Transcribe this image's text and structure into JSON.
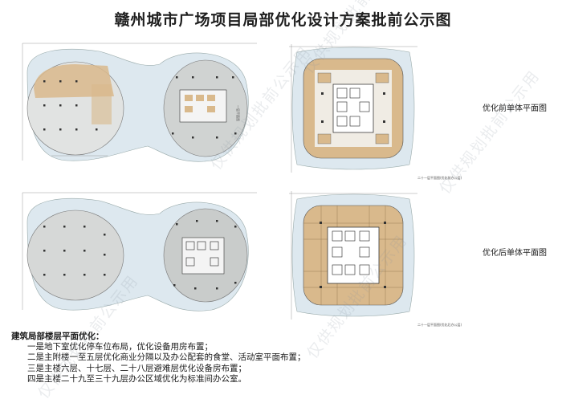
{
  "title": "赣州城市广场项目局部优化设计方案批前公示图",
  "labels": {
    "before": "优化前单体平面图",
    "after": "优化后单体平面图"
  },
  "captions": {
    "top_left": "一层平面图",
    "top_right": "二十一层平面图(优化前办公层)",
    "bottom_right": "二十一层平面图(优化后办公层)"
  },
  "notes": {
    "heading": "建筑局部楼层平面优化：",
    "items": [
      "一是地下室优化停车位布局，优化设备用房布置；",
      "二是主附楼一至五层优化商业分隔以及办公配套的食堂、活动室平面布置；",
      "三是主楼六层、十七层、二十八层避难层优化设备房布置；",
      "四是主楼二十九至三十九层办公区域优化为标准间办公室。"
    ]
  },
  "watermark": "仅供规划批前公示用",
  "colors": {
    "wood": "#d9b98c",
    "grey_floor": "#d0d3d2",
    "pale_blue": "#dde8ef"
  }
}
